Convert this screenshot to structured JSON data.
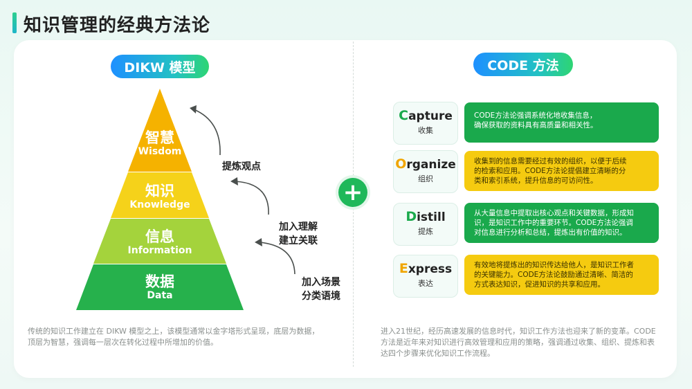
{
  "page": {
    "title": "知识管理的经典方法论"
  },
  "colors": {
    "green": "#1aa94c",
    "yellow": "#f5cb10",
    "pyramid_top": "#f5b200",
    "pyramid_2": "#f5d21a",
    "pyramid_3": "#a4d33c",
    "pyramid_base": "#26b14c"
  },
  "dikw": {
    "badge": "DIKW 模型",
    "levels": [
      {
        "zh": "智慧",
        "en": "Wisdom"
      },
      {
        "zh": "知识",
        "en": "Knowledge"
      },
      {
        "zh": "信息",
        "en": "Information"
      },
      {
        "zh": "数据",
        "en": "Data"
      }
    ],
    "arrows": [
      {
        "label_line1": "提炼观点",
        "label_line2": ""
      },
      {
        "label_line1": "加入理解",
        "label_line2": "建立关联"
      },
      {
        "label_line1": "加入场景",
        "label_line2": "分类语境"
      }
    ],
    "description_line1": "传统的知识工作建立在 DIKW 模型之上，该模型通常以金字塔形式呈现，底层为数据，",
    "description_line2": "顶层为智慧，强调每一层次在转化过程中所增加的价值。"
  },
  "plus_icon": "+",
  "code": {
    "badge": "CODE 方法",
    "steps": [
      {
        "first": "C",
        "rest": "apture",
        "zh": "收集",
        "color": "green",
        "desc_line1": "CODE方法论强调系统化地收集信息，",
        "desc_line2": "确保获取的资料具有高质量和相关性。",
        "desc_line3": ""
      },
      {
        "first": "O",
        "rest": "rganize",
        "zh": "组织",
        "color": "yellow",
        "desc_line1": "收集到的信息需要经过有效的组织，以便于后续",
        "desc_line2": "的检索和应用。CODE方法论提倡建立清晰的分",
        "desc_line3": "类和索引系统，提升信息的可访问性。"
      },
      {
        "first": "D",
        "rest": "istill",
        "zh": "提炼",
        "color": "green",
        "desc_line1": "从大量信息中提取出核心观点和关键数据，形成知",
        "desc_line2": "识，是知识工作中的重要环节。CODE方法论强调",
        "desc_line3": "对信息进行分析和总结，提炼出有价值的知识。"
      },
      {
        "first": "E",
        "rest": "xpress",
        "zh": "表达",
        "color": "yellow",
        "desc_line1": "有效地将提炼出的知识传达给他人，是知识工作者",
        "desc_line2": "的关键能力。CODE方法论鼓励通过清晰、简洁的",
        "desc_line3": "方式表达知识，促进知识的共享和应用。"
      }
    ],
    "description_line1": "进入21世纪，经历高速发展的信息时代，知识工作方法也迎来了新的变革。CODE",
    "description_line2": "方法是近年来对知识进行高效管理和应用的策略，强调通过收集、组织、提炼和表",
    "description_line3": "达四个步骤来优化知识工作流程。"
  }
}
